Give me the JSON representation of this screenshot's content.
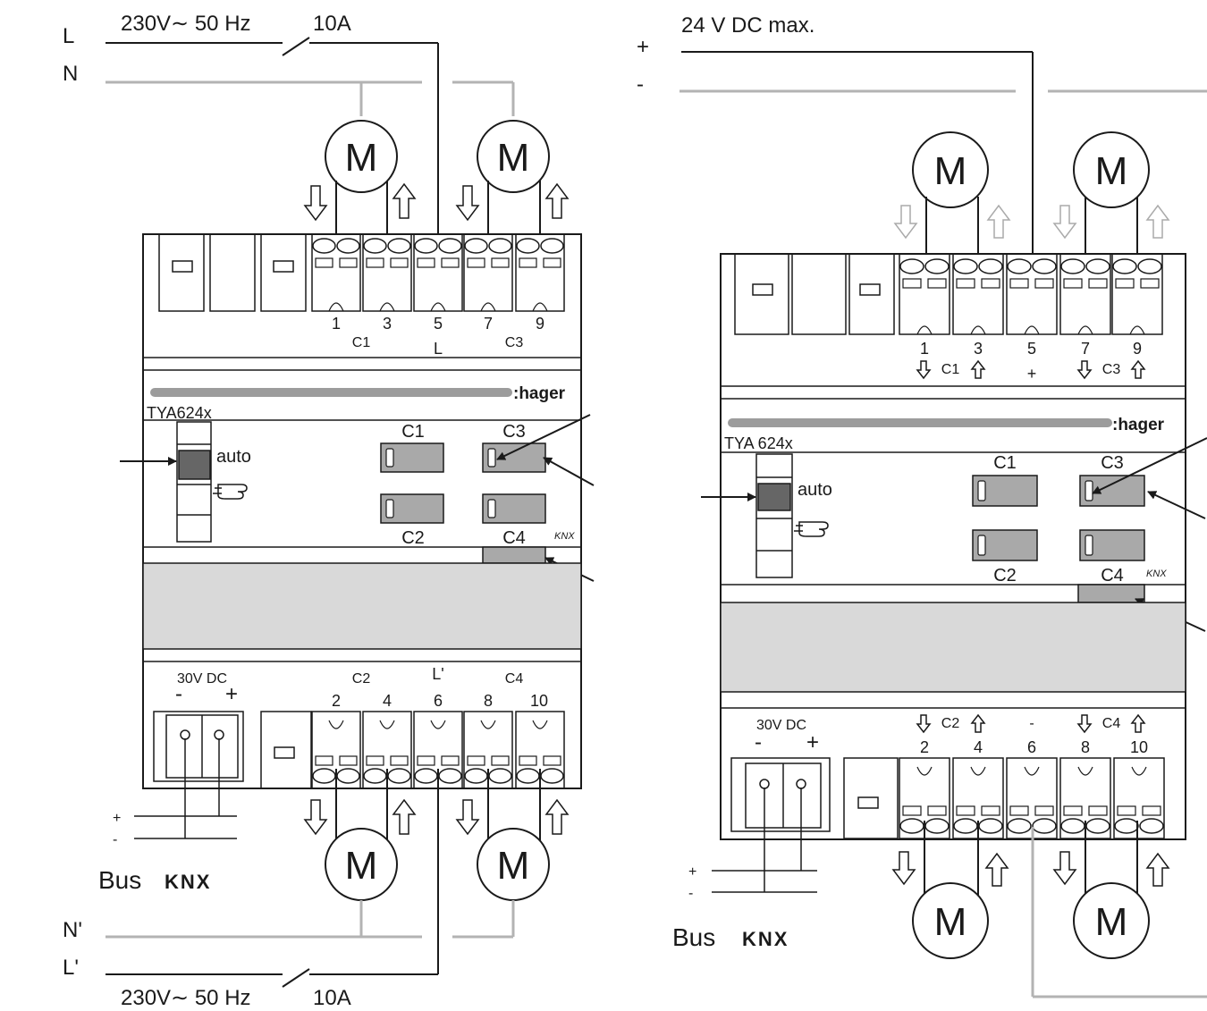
{
  "colors": {
    "line_black": "#1a1a1a",
    "line_grey": "#b3b3b3",
    "button_grey": "#a9a9a9",
    "panel_grey": "#d9d9d9",
    "brand_bar": "#9c9c9c"
  },
  "left": {
    "supply_top": {
      "L": "L",
      "N": "N",
      "spec": "230V∼ 50 Hz",
      "fuse": "10A"
    },
    "supply_bottom": {
      "N": "N'",
      "L": "L'",
      "spec": "230V∼ 50 Hz",
      "fuse": "10A"
    },
    "brand": ":hager",
    "model": "TYA624x",
    "selector": "auto",
    "buttons": {
      "c1": "C1",
      "c2": "C2",
      "c3": "C3",
      "c4": "C4"
    },
    "knx_logo": "KNX",
    "top_terminals": [
      "1",
      "3",
      "5",
      "7",
      "9"
    ],
    "top_groups": {
      "c1": "C1",
      "l": "L",
      "c3": "C3"
    },
    "bottom_header": {
      "dc": "30V DC",
      "minus": "-",
      "plus": "+",
      "c2": "C2",
      "l": "L'",
      "c4": "C4"
    },
    "bottom_terminals": [
      "2",
      "4",
      "6",
      "8",
      "10"
    ],
    "bus": {
      "plus": "+",
      "minus": "-",
      "label": "Bus",
      "knx": "KNX"
    },
    "motor": "M"
  },
  "right": {
    "supply": {
      "spec": "24 V DC max.",
      "plus": "+",
      "minus": "-"
    },
    "brand": ":hager",
    "model": "TYA 624x",
    "selector": "auto",
    "buttons": {
      "c1": "C1",
      "c2": "C2",
      "c3": "C3",
      "c4": "C4"
    },
    "knx_logo": "KNX",
    "top_terminals": [
      "1",
      "3",
      "5",
      "7",
      "9"
    ],
    "top_groups": {
      "c1": "C1",
      "c3": "C3",
      "plus": "+"
    },
    "bottom_header": {
      "dc": "30V DC",
      "minus": "-",
      "plus": "+",
      "c2": "C2",
      "dash": "-",
      "c4": "C4"
    },
    "bottom_terminals": [
      "2",
      "4",
      "6",
      "8",
      "10"
    ],
    "bus": {
      "plus": "+",
      "minus": "-",
      "label": "Bus",
      "knx": "KNX"
    },
    "motor": "M"
  }
}
